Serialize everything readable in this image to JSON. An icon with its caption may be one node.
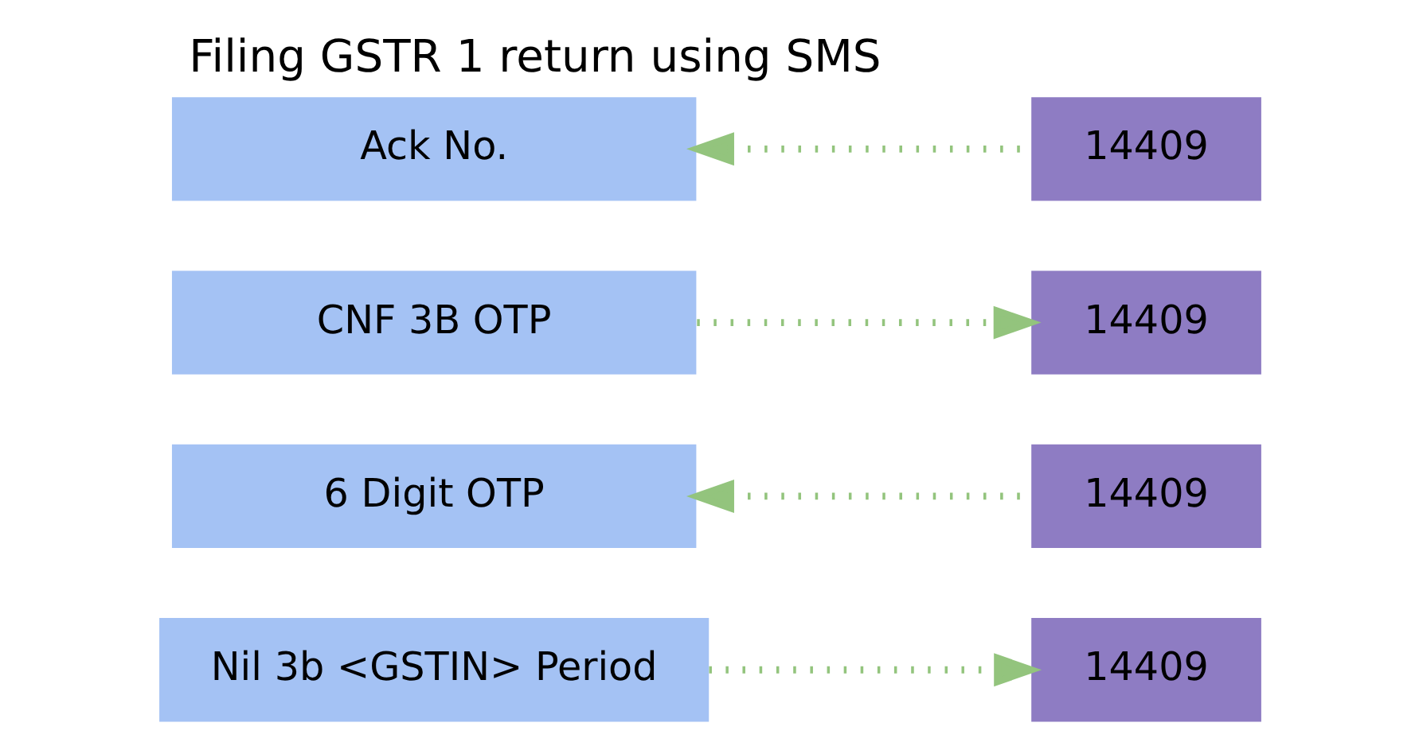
{
  "diagram": {
    "title": "Filing GSTR 1 return using SMS",
    "nodes": [
      {
        "text": [
          "Nil 3b <GSTIN> Period"
        ]
      },
      {
        "text": [
          "14409"
        ]
      },
      {
        "text": [
          "6 Digit OTP"
        ]
      },
      {
        "text": [
          "14409"
        ]
      },
      {
        "text": [
          "CNF 3B OTP"
        ]
      },
      {
        "text": [
          "14409"
        ]
      },
      {
        "text": [
          "Ack No."
        ]
      },
      {
        "text": [
          "14409"
        ]
      }
    ],
    "edges": [
      {
        "from": 0,
        "to": 1,
        "arrow": "to",
        "style": "dashed"
      },
      {
        "from": 3,
        "to": 2,
        "arrow": "to",
        "style": "dashed"
      },
      {
        "from": 4,
        "to": 5,
        "arrow": "to",
        "style": "dashed"
      },
      {
        "from": 7,
        "to": 6,
        "arrow": "to",
        "style": "dashed"
      }
    ]
  }
}
